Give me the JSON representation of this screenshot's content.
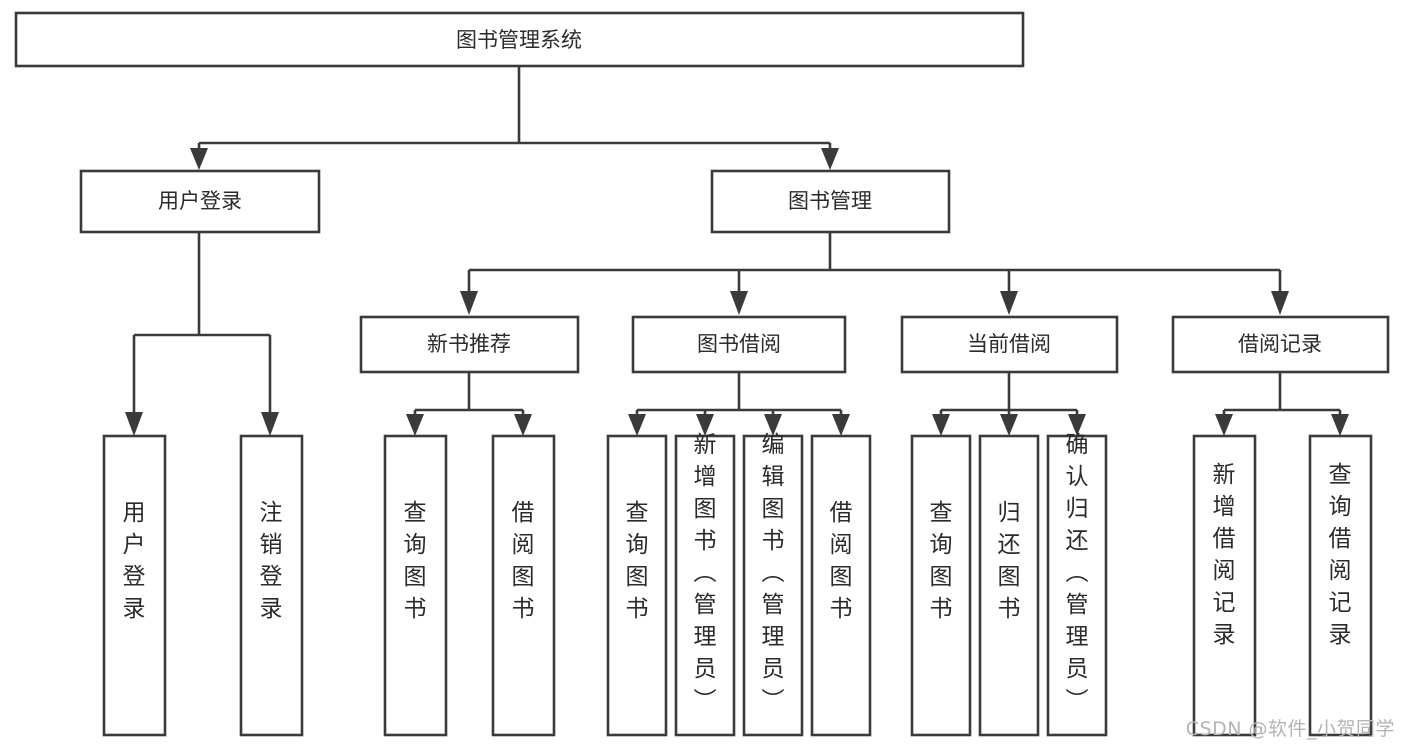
{
  "diagram": {
    "type": "tree",
    "title": "图书管理系统",
    "watermark": "CSDN @软件_小贺同学",
    "colors": {
      "stroke": "#3a3a3a",
      "box_fill": "#ffffff",
      "text": "#2b2b2b",
      "background": "#ffffff",
      "watermark": "#b4b4b4"
    },
    "root": {
      "label": "图书管理系统"
    },
    "level2": [
      {
        "label": "用户登录"
      },
      {
        "label": "图书管理"
      }
    ],
    "level3": [
      {
        "label": "新书推荐"
      },
      {
        "label": "图书借阅"
      },
      {
        "label": "当前借阅"
      },
      {
        "label": "借阅记录"
      }
    ],
    "leaves": {
      "user_login": [
        {
          "label": "用户登录"
        },
        {
          "label": "注销登录"
        }
      ],
      "new_book_recommend": [
        {
          "label": "查询图书"
        },
        {
          "label": "借阅图书"
        }
      ],
      "book_borrow": [
        {
          "label": "查询图书"
        },
        {
          "label": "新增图书（管理员）"
        },
        {
          "label": "编辑图书（管理员）"
        },
        {
          "label": "借阅图书"
        }
      ],
      "current_borrow": [
        {
          "label": "查询图书"
        },
        {
          "label": "归还图书"
        },
        {
          "label": "确认归还（管理员）"
        }
      ],
      "borrow_record": [
        {
          "label": "新增借阅记录"
        },
        {
          "label": "查询借阅记录"
        }
      ]
    }
  }
}
